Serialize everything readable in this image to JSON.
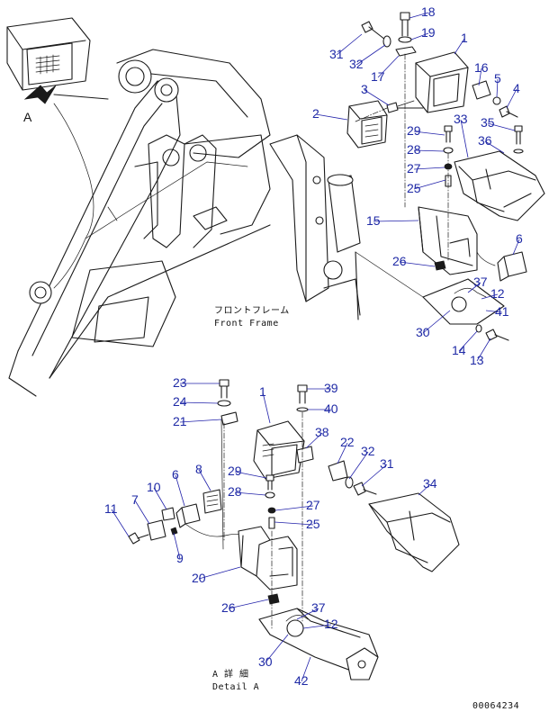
{
  "labels": {
    "front_frame_jp": "フロントフレーム",
    "front_frame_en": "Front Frame",
    "detail_a_jp": "A 詳 細",
    "detail_a_en": "Detail A",
    "view_arrow_letter": "A",
    "drawing_number": "00064234"
  },
  "callouts": [
    {
      "id": "c18",
      "text": "18"
    },
    {
      "id": "c19",
      "text": "19"
    },
    {
      "id": "c1t",
      "text": "1"
    },
    {
      "id": "c31t",
      "text": "31"
    },
    {
      "id": "c32t",
      "text": "32"
    },
    {
      "id": "c17",
      "text": "17"
    },
    {
      "id": "c16",
      "text": "16"
    },
    {
      "id": "c5",
      "text": "5"
    },
    {
      "id": "c4",
      "text": "4"
    },
    {
      "id": "c3",
      "text": "3"
    },
    {
      "id": "c2",
      "text": "2"
    },
    {
      "id": "c33",
      "text": "33"
    },
    {
      "id": "c35",
      "text": "35"
    },
    {
      "id": "c29t",
      "text": "29"
    },
    {
      "id": "c36",
      "text": "36"
    },
    {
      "id": "c28t",
      "text": "28"
    },
    {
      "id": "c27t",
      "text": "27"
    },
    {
      "id": "c25t",
      "text": "25"
    },
    {
      "id": "c15",
      "text": "15"
    },
    {
      "id": "c6t",
      "text": "6"
    },
    {
      "id": "c26t",
      "text": "26"
    },
    {
      "id": "c37t",
      "text": "37"
    },
    {
      "id": "c12t",
      "text": "12"
    },
    {
      "id": "c41",
      "text": "41"
    },
    {
      "id": "c30t",
      "text": "30"
    },
    {
      "id": "c14",
      "text": "14"
    },
    {
      "id": "c13",
      "text": "13"
    },
    {
      "id": "c23",
      "text": "23"
    },
    {
      "id": "c39",
      "text": "39"
    },
    {
      "id": "c1b",
      "text": "1"
    },
    {
      "id": "c24",
      "text": "24"
    },
    {
      "id": "c40",
      "text": "40"
    },
    {
      "id": "c21",
      "text": "21"
    },
    {
      "id": "c38",
      "text": "38"
    },
    {
      "id": "c22",
      "text": "22"
    },
    {
      "id": "c32b",
      "text": "32"
    },
    {
      "id": "c31b",
      "text": "31"
    },
    {
      "id": "c29b",
      "text": "29"
    },
    {
      "id": "c8",
      "text": "8"
    },
    {
      "id": "c6b",
      "text": "6"
    },
    {
      "id": "c34",
      "text": "34"
    },
    {
      "id": "c28b",
      "text": "28"
    },
    {
      "id": "c10",
      "text": "10"
    },
    {
      "id": "c27b",
      "text": "27"
    },
    {
      "id": "c11",
      "text": "11"
    },
    {
      "id": "c7",
      "text": "7"
    },
    {
      "id": "c25b",
      "text": "25"
    },
    {
      "id": "c9",
      "text": "9"
    },
    {
      "id": "c20",
      "text": "20"
    },
    {
      "id": "c26b",
      "text": "26"
    },
    {
      "id": "c37b",
      "text": "37"
    },
    {
      "id": "c12b",
      "text": "12"
    },
    {
      "id": "c30b",
      "text": "30"
    },
    {
      "id": "c42",
      "text": "42"
    }
  ]
}
